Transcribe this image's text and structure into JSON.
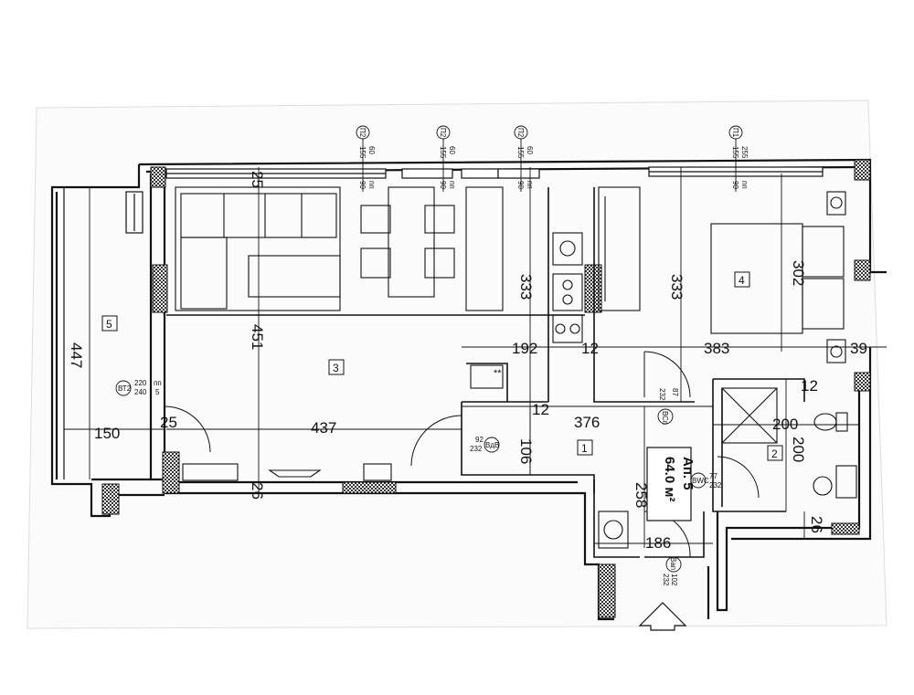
{
  "plan": {
    "apartment_label": "Ап. 5",
    "area_label": "64.0 м²",
    "rooms": [
      {
        "number": "1"
      },
      {
        "number": "2"
      },
      {
        "number": "3"
      },
      {
        "number": "4"
      },
      {
        "number": "5"
      }
    ],
    "dimensions": {
      "balcony_height": "447",
      "balcony_width": "150",
      "living_height": "451",
      "living_width": "437",
      "wall_25_top": "25",
      "wall_25_mid": "25",
      "wall_26_bottom": "26",
      "kitchen_height": "333",
      "bedroom_height": "333",
      "bedroom_width": "383",
      "bed_302": "302",
      "dim_39": "39",
      "dim_192": "192",
      "dim_12a": "12",
      "dim_12b": "12",
      "dim_12c": "12",
      "hall_width": "376",
      "hall_height": "106",
      "bath_w": "200",
      "bath_h": "200",
      "corridor_258": "258",
      "entry_186": "186",
      "wall_26_right": "26"
    },
    "window_tags": [
      {
        "id": "П2",
        "w": "60",
        "h": "155",
        "sill": "90"
      },
      {
        "id": "П2",
        "w": "60",
        "h": "155",
        "sill": "90"
      },
      {
        "id": "П2",
        "w": "60",
        "h": "155",
        "sill": "90"
      },
      {
        "id": "П1",
        "w": "255",
        "h": "155",
        "sill": "90"
      }
    ],
    "door_tags": [
      {
        "id": "ВТ2",
        "w": "220",
        "h": "240",
        "sill": "5",
        "pp": "пп"
      },
      {
        "id": "ВдВ",
        "w": "92",
        "h": "232"
      },
      {
        "id": "ВСп",
        "w": "87",
        "h": "232"
      },
      {
        "id": "ВWС",
        "w": "77",
        "h": "232"
      },
      {
        "id": "Вап",
        "w": "102",
        "h": "232"
      }
    ],
    "window_pp": "пп",
    "stove_mark": "**"
  }
}
